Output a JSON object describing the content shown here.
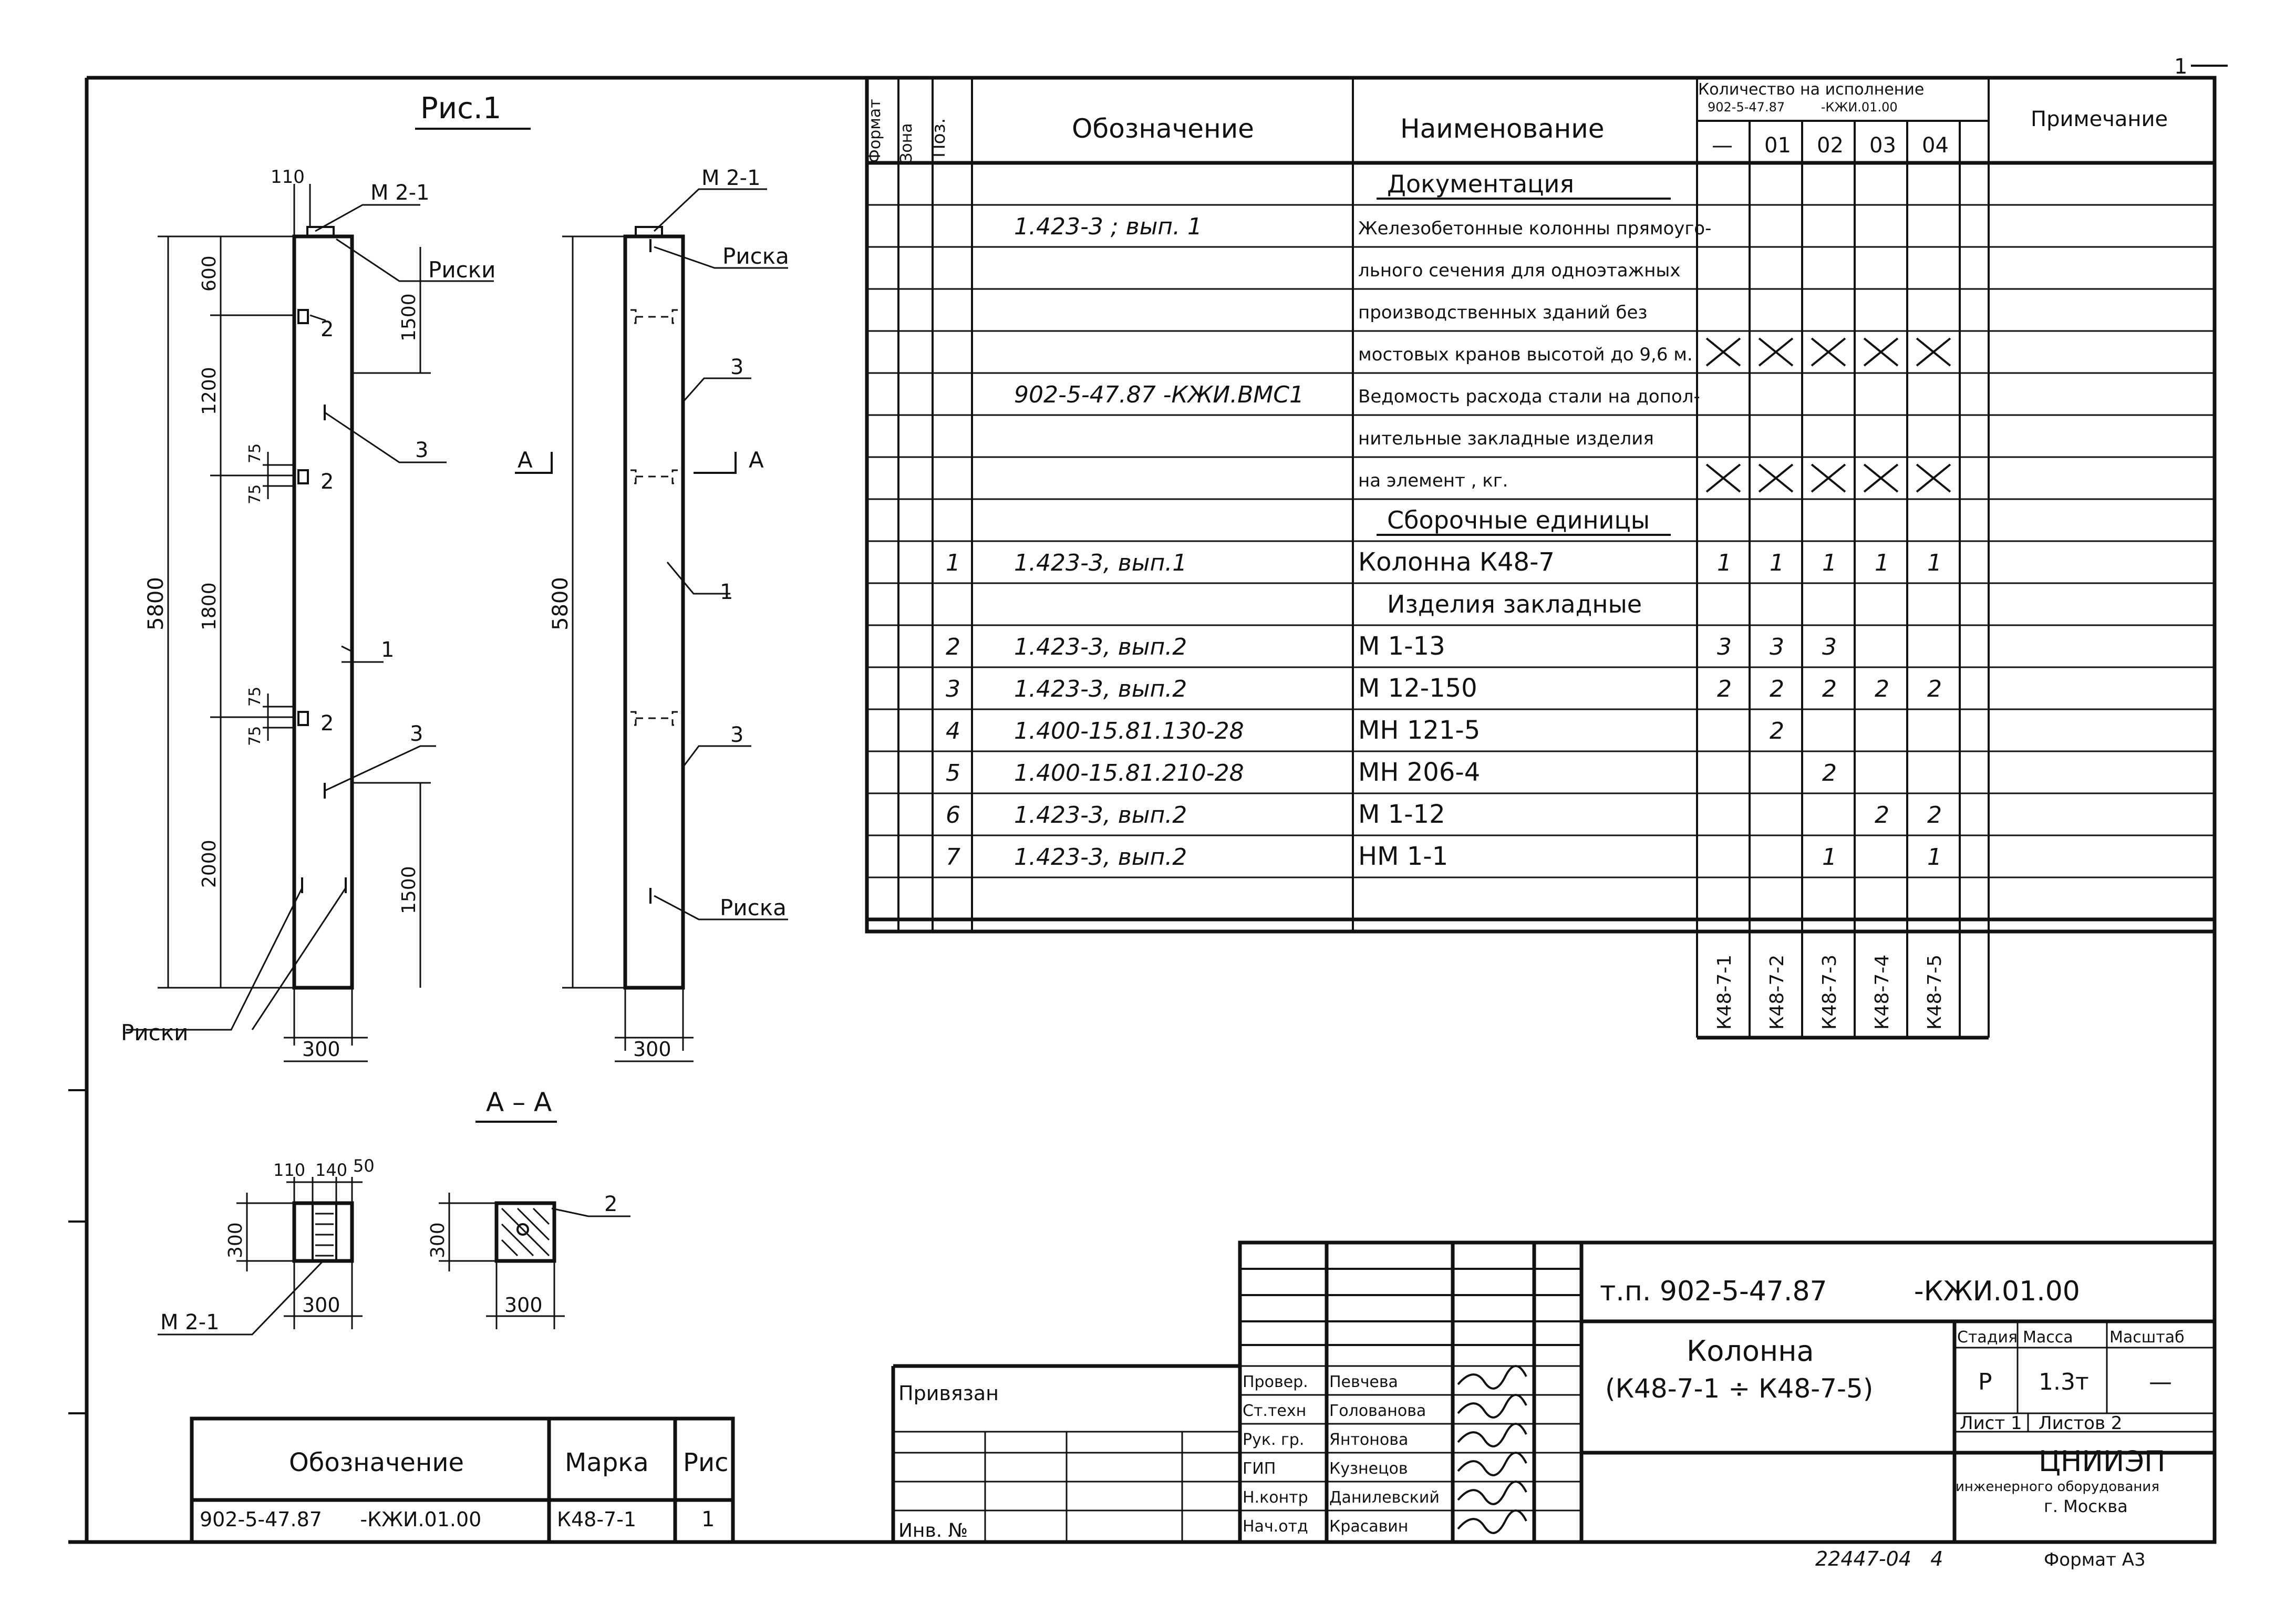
{
  "top_mark": "1",
  "figure": {
    "title": "Рис.1",
    "dims_left": {
      "d110": "110",
      "d600": "600",
      "d1200": "1200",
      "d75a": "75",
      "d75b": "75",
      "d1800": "1800",
      "d75c": "75",
      "d75d": "75",
      "d2000": "2000",
      "d5800": "5800",
      "d1500a": "1500",
      "d1500b": "1500",
      "d300": "300"
    },
    "labels_left": {
      "m21": "М 2-1",
      "riski_top": "Риски",
      "riski_bottom": "Риски",
      "p2a": "2",
      "p2b": "2",
      "p2c": "2",
      "p3a": "3",
      "p3b": "3",
      "p1": "1"
    },
    "dims_right": {
      "d5800": "5800",
      "d300": "300"
    },
    "labels_right": {
      "m21": "М 2-1",
      "riska_top": "Риска",
      "riska_bottom": "Риска",
      "p3a": "3",
      "p3b": "3",
      "p1": "1",
      "secA_left": "А",
      "secA_right": "А"
    },
    "section": {
      "title": "А – А",
      "d110": "110",
      "d140": "140",
      "d50": "50",
      "d300a": "300",
      "d300b": "300",
      "d300c": "300",
      "d300d": "300",
      "m21": "М 2-1",
      "p2": "2"
    }
  },
  "small_table": {
    "headers": [
      "Обозначение",
      "Марка",
      "Рис."
    ],
    "row": [
      "902-5-47.87      -КЖИ.01.00",
      "К48-7-1",
      "1"
    ]
  },
  "spec": {
    "headers": {
      "format": "Формат",
      "zona": "Зона",
      "poz": "Поз.",
      "oboz": "Обозначение",
      "naim": "Наименование",
      "qty": "Количество на исполнение",
      "qty_sub": "902-5-47.87         -КЖИ.01.00",
      "prim": "Примечание",
      "cols": [
        "—",
        "01",
        "02",
        "03",
        "04"
      ]
    },
    "rows": [
      {
        "poz": "",
        "oboz": "",
        "naim": "Документация",
        "q": [
          "",
          "",
          "",
          "",
          ""
        ],
        "section": true
      },
      {
        "poz": "",
        "oboz": "1.423-3 ; вып. 1",
        "naim": "Железобетонные колонны прямоуго-",
        "q": [
          "",
          "",
          "",
          "",
          ""
        ]
      },
      {
        "poz": "",
        "oboz": "",
        "naim": "льного сечения для одноэтажных",
        "q": [
          "",
          "",
          "",
          "",
          ""
        ]
      },
      {
        "poz": "",
        "oboz": "",
        "naim": "производственных зданий без",
        "q": [
          "",
          "",
          "",
          "",
          ""
        ]
      },
      {
        "poz": "",
        "oboz": "",
        "naim": "мостовых кранов высотой до 9,6 м.",
        "q": [
          "X",
          "X",
          "X",
          "X",
          "X"
        ]
      },
      {
        "poz": "",
        "oboz": "902-5-47.87      -КЖИ.ВМС1",
        "naim": "Ведомость расхода стали на допол-",
        "q": [
          "",
          "",
          "",
          "",
          ""
        ]
      },
      {
        "poz": "",
        "oboz": "",
        "naim": "нительные закладные изделия",
        "q": [
          "",
          "",
          "",
          "",
          ""
        ]
      },
      {
        "poz": "",
        "oboz": "",
        "naim": "на элемент , кг.",
        "q": [
          "X",
          "X",
          "X",
          "X",
          "X"
        ]
      },
      {
        "poz": "",
        "oboz": "",
        "naim": "Сборочные единицы",
        "q": [
          "",
          "",
          "",
          "",
          ""
        ],
        "section": true
      },
      {
        "poz": "1",
        "oboz": "1.423-3,  вып.1",
        "naim": "Колонна  К48-7",
        "q": [
          "1",
          "1",
          "1",
          "1",
          "1"
        ]
      },
      {
        "poz": "",
        "oboz": "",
        "naim": "Изделия  закладные",
        "q": [
          "",
          "",
          "",
          "",
          ""
        ],
        "section": true
      },
      {
        "poz": "2",
        "oboz": "1.423-3,  вып.2",
        "naim": "М 1-13",
        "q": [
          "3",
          "3",
          "3",
          "",
          ""
        ]
      },
      {
        "poz": "3",
        "oboz": "1.423-3,  вып.2",
        "naim": "М 12-150",
        "q": [
          "2",
          "2",
          "2",
          "2",
          "2"
        ]
      },
      {
        "poz": "4",
        "oboz": "1.400-15.81.130-28",
        "naim": "МН 121-5",
        "q": [
          "",
          "2",
          "",
          "",
          ""
        ]
      },
      {
        "poz": "5",
        "oboz": "1.400-15.81.210-28",
        "naim": "МН 206-4",
        "q": [
          "",
          "",
          "2",
          "",
          ""
        ]
      },
      {
        "poz": "6",
        "oboz": "1.423-3,  вып.2",
        "naim": "М 1-12",
        "q": [
          "",
          "",
          "",
          "2",
          "2"
        ]
      },
      {
        "poz": "7",
        "oboz": "1.423-3,  вып.2",
        "naim": "НМ 1-1",
        "q": [
          "",
          "",
          "1",
          "",
          "1"
        ]
      },
      {
        "poz": "",
        "oboz": "",
        "naim": "",
        "q": [
          "",
          "",
          "",
          "",
          ""
        ]
      }
    ],
    "variants": [
      "К48-7-1",
      "К48-7-2",
      "К48-7-3",
      "К48-7-4",
      "К48-7-5"
    ]
  },
  "title_block": {
    "code": "т.п. 902-5-47.87          -КЖИ.01.00",
    "name1": "Колонна",
    "name2": "(К48-7-1 ÷ К48-7-5)",
    "stage_h": "Стадия",
    "mass_h": "Масса",
    "scale_h": "Масштаб",
    "stage": "Р",
    "mass": "1.3т",
    "scale": "—",
    "sheet": "Лист 1",
    "sheets": "Листов 2",
    "org1": "ЦНИИЭП",
    "org2": "инженерного оборудования",
    "org3": "г. Москва",
    "privyazan": "Привязан",
    "inv": "Инв. №",
    "people": [
      {
        "role": "Провер.",
        "name": "Певчева"
      },
      {
        "role": "Ст.техн",
        "name": "Голованова"
      },
      {
        "role": "Рук. гр.",
        "name": "Янтонова"
      },
      {
        "role": "ГИП",
        "name": "Кузнецов"
      },
      {
        "role": "Н.контр",
        "name": "Данилевский"
      },
      {
        "role": "Нач.отд",
        "name": "Красавин"
      }
    ],
    "bottom_num": "22447-04   4",
    "format": "Формат А3"
  }
}
